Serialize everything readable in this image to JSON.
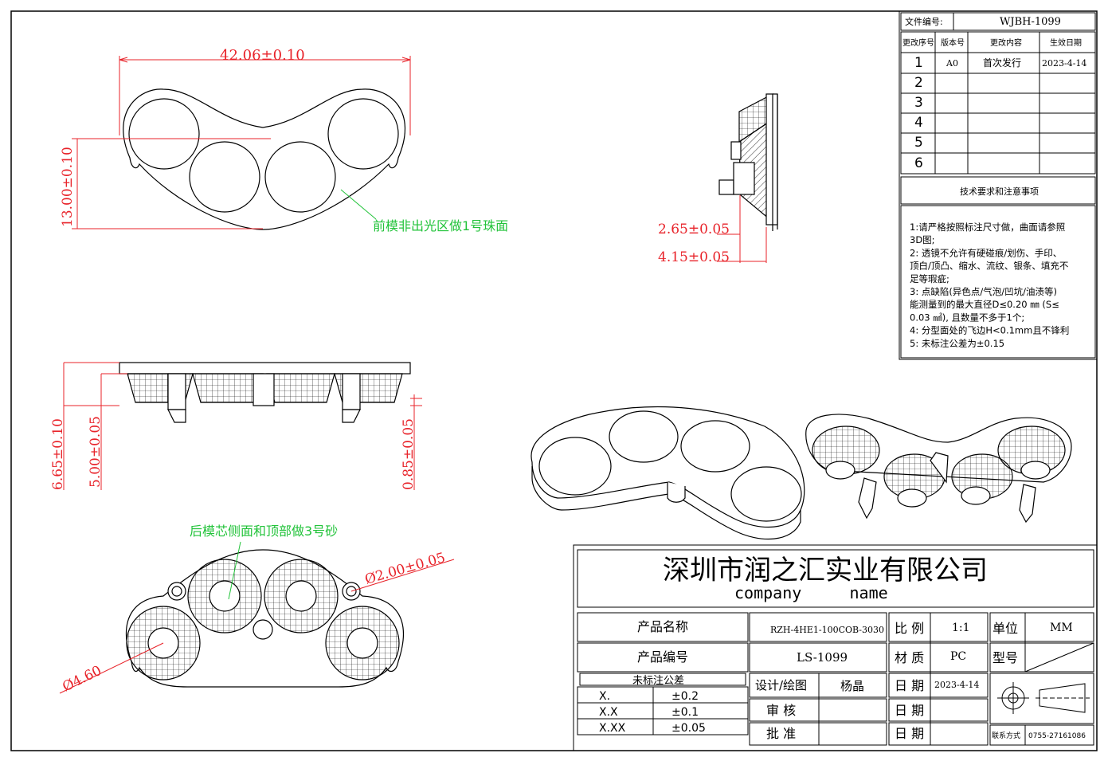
{
  "header": {
    "file_no_label": "文件编号:",
    "file_no": "WJBH-1099",
    "col_seq": "更改序号",
    "col_ver": "版本号",
    "col_content": "更改内容",
    "col_date": "生效日期",
    "rows": [
      {
        "seq": "1",
        "ver": "A0",
        "content": "首次发行",
        "date": "2023-4-14"
      },
      {
        "seq": "2",
        "ver": "",
        "content": "",
        "date": ""
      },
      {
        "seq": "3",
        "ver": "",
        "content": "",
        "date": ""
      },
      {
        "seq": "4",
        "ver": "",
        "content": "",
        "date": ""
      },
      {
        "seq": "5",
        "ver": "",
        "content": "",
        "date": ""
      },
      {
        "seq": "6",
        "ver": "",
        "content": "",
        "date": ""
      }
    ]
  },
  "notes": {
    "title": "技术要求和注意事项",
    "lines": [
      "1:请严格按照标注尺寸做，曲面请参照",
      "3D图;",
      "2: 透镜不允许有硬碰痕/划伤、手印、",
      "顶白/顶凸、缩水、流纹、银条、填充不",
      "足等瑕疵;",
      "3: 点缺陷(异色点/气泡/凹坑/油渍等)",
      "能测量到的最大直径D≤0.20 ㎜ (S≤",
      "0.03 ㎟),  且数量不多于1个;",
      "4: 分型面处的飞边H<0.1mm且不锋利",
      "5: 未标注公差为±0.15"
    ]
  },
  "dims": {
    "width": "42.06±0.10",
    "height": "13.00±0.10",
    "d265": "2.65±0.05",
    "d415": "4.15±0.05",
    "d665": "6.65±0.10",
    "d500": "5.00±0.05",
    "d085": "0.85±0.05",
    "dia200": "Ø2.00±0.05",
    "dia460": "Ø4.60"
  },
  "annotations": {
    "front_note": "前模非出光区做1号珠面",
    "rear_note": "后模芯侧面和顶部做3号砂"
  },
  "titleblock": {
    "company_cn": "深圳市润之汇实业有限公司",
    "company_en": "company     name",
    "product_name_label": "产品名称",
    "product_name": "RZH-4HE1-100COB-3030",
    "product_no_label": "产品编号",
    "product_no": "LS-1099",
    "tol_title": "未标注公差",
    "tol_rows": [
      {
        "k": "X.",
        "v": "±0.2"
      },
      {
        "k": "X.X",
        "v": "±0.1"
      },
      {
        "k": "X.XX",
        "v": "±0.05"
      }
    ],
    "scale_label": "比 例",
    "scale": "1:1",
    "unit_label": "单位",
    "unit": "MM",
    "material_label": "材 质",
    "material": "PC",
    "model_label": "型号",
    "model": "",
    "design_label": "设计/绘图",
    "designer": "杨晶",
    "date_label": "日 期",
    "date": "2023-4-14",
    "review_label": "审 核",
    "approve_label": "批 准",
    "contact_label": "联系方式",
    "contact": "0755-27161086"
  },
  "colors": {
    "dimension": "#e8232a",
    "note": "#22c33a",
    "line": "#000000"
  }
}
